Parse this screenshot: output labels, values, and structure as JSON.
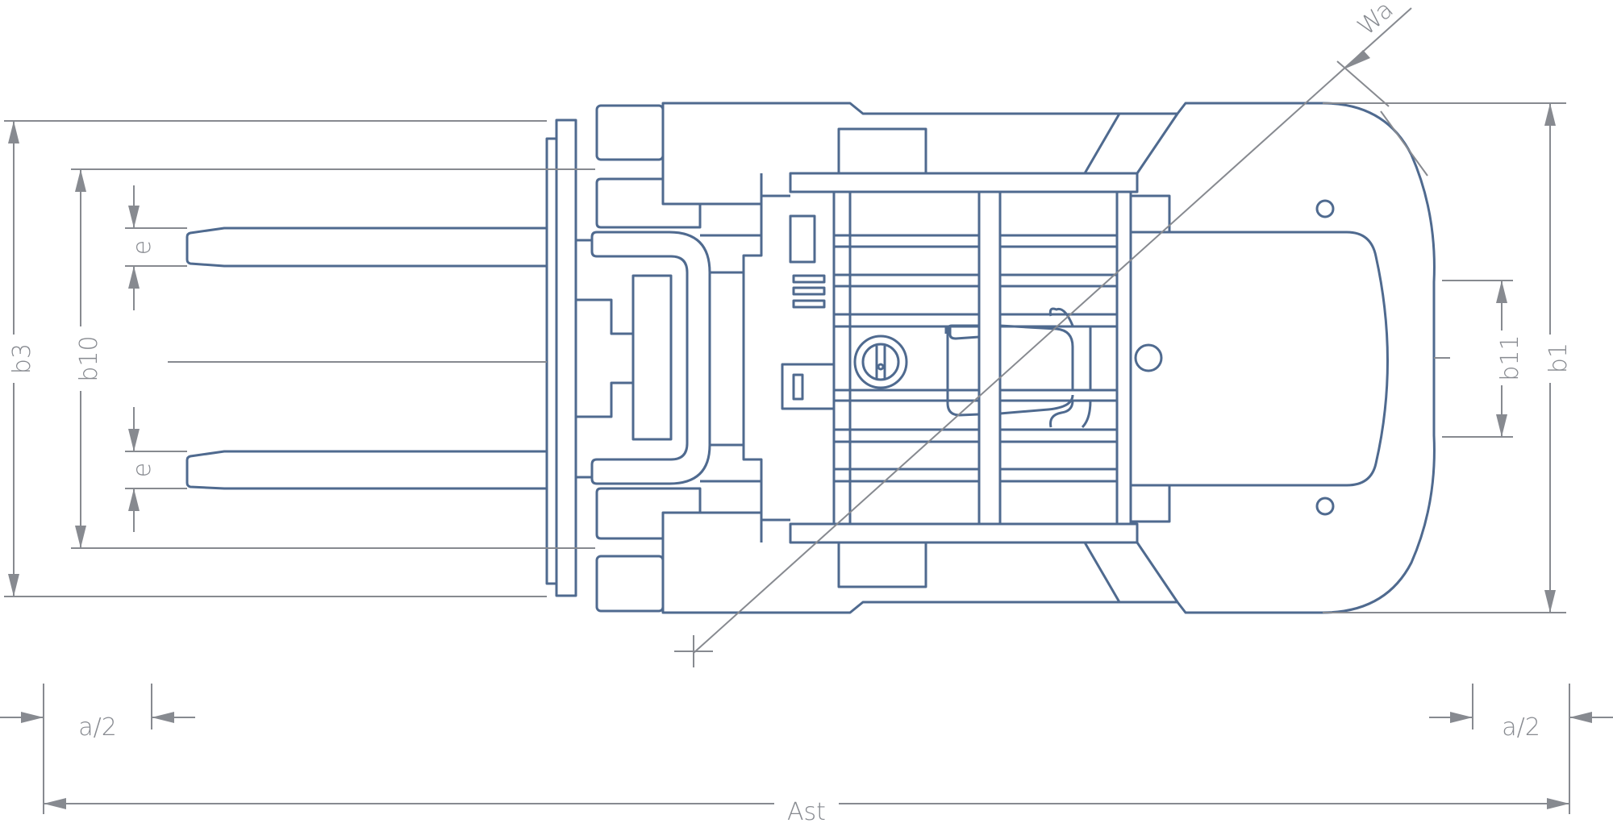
{
  "diagram": {
    "title": "Forklift top view dimensions",
    "labels": {
      "wa": "Wa",
      "b3": "b3",
      "b10": "b10",
      "e_top": "e",
      "e_bottom": "e",
      "b11": "b11",
      "b1": "b1",
      "a2_left": "a/2",
      "a2_right": "a/2",
      "ast": "Ast"
    },
    "colors": {
      "outline": "#4f6a8f",
      "dimension": "#878a90"
    }
  }
}
